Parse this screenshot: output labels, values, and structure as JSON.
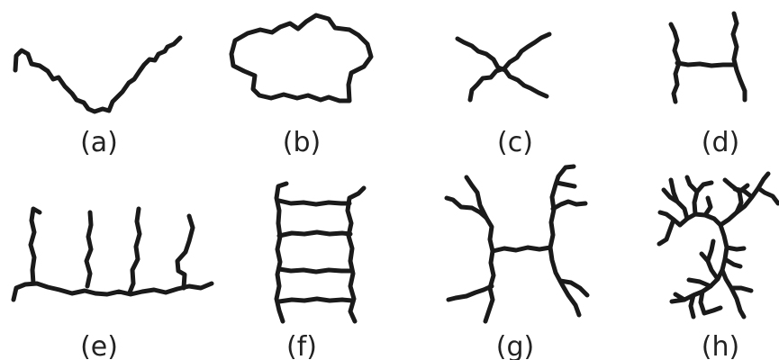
{
  "figure": {
    "panels": [
      {
        "id": "a",
        "label": "(a)"
      },
      {
        "id": "b",
        "label": "(b)"
      },
      {
        "id": "c",
        "label": "(c)"
      },
      {
        "id": "d",
        "label": "(d)"
      },
      {
        "id": "e",
        "label": "(e)"
      },
      {
        "id": "f",
        "label": "(f)"
      },
      {
        "id": "g",
        "label": "(g)"
      },
      {
        "id": "h",
        "label": "(h)"
      }
    ]
  }
}
